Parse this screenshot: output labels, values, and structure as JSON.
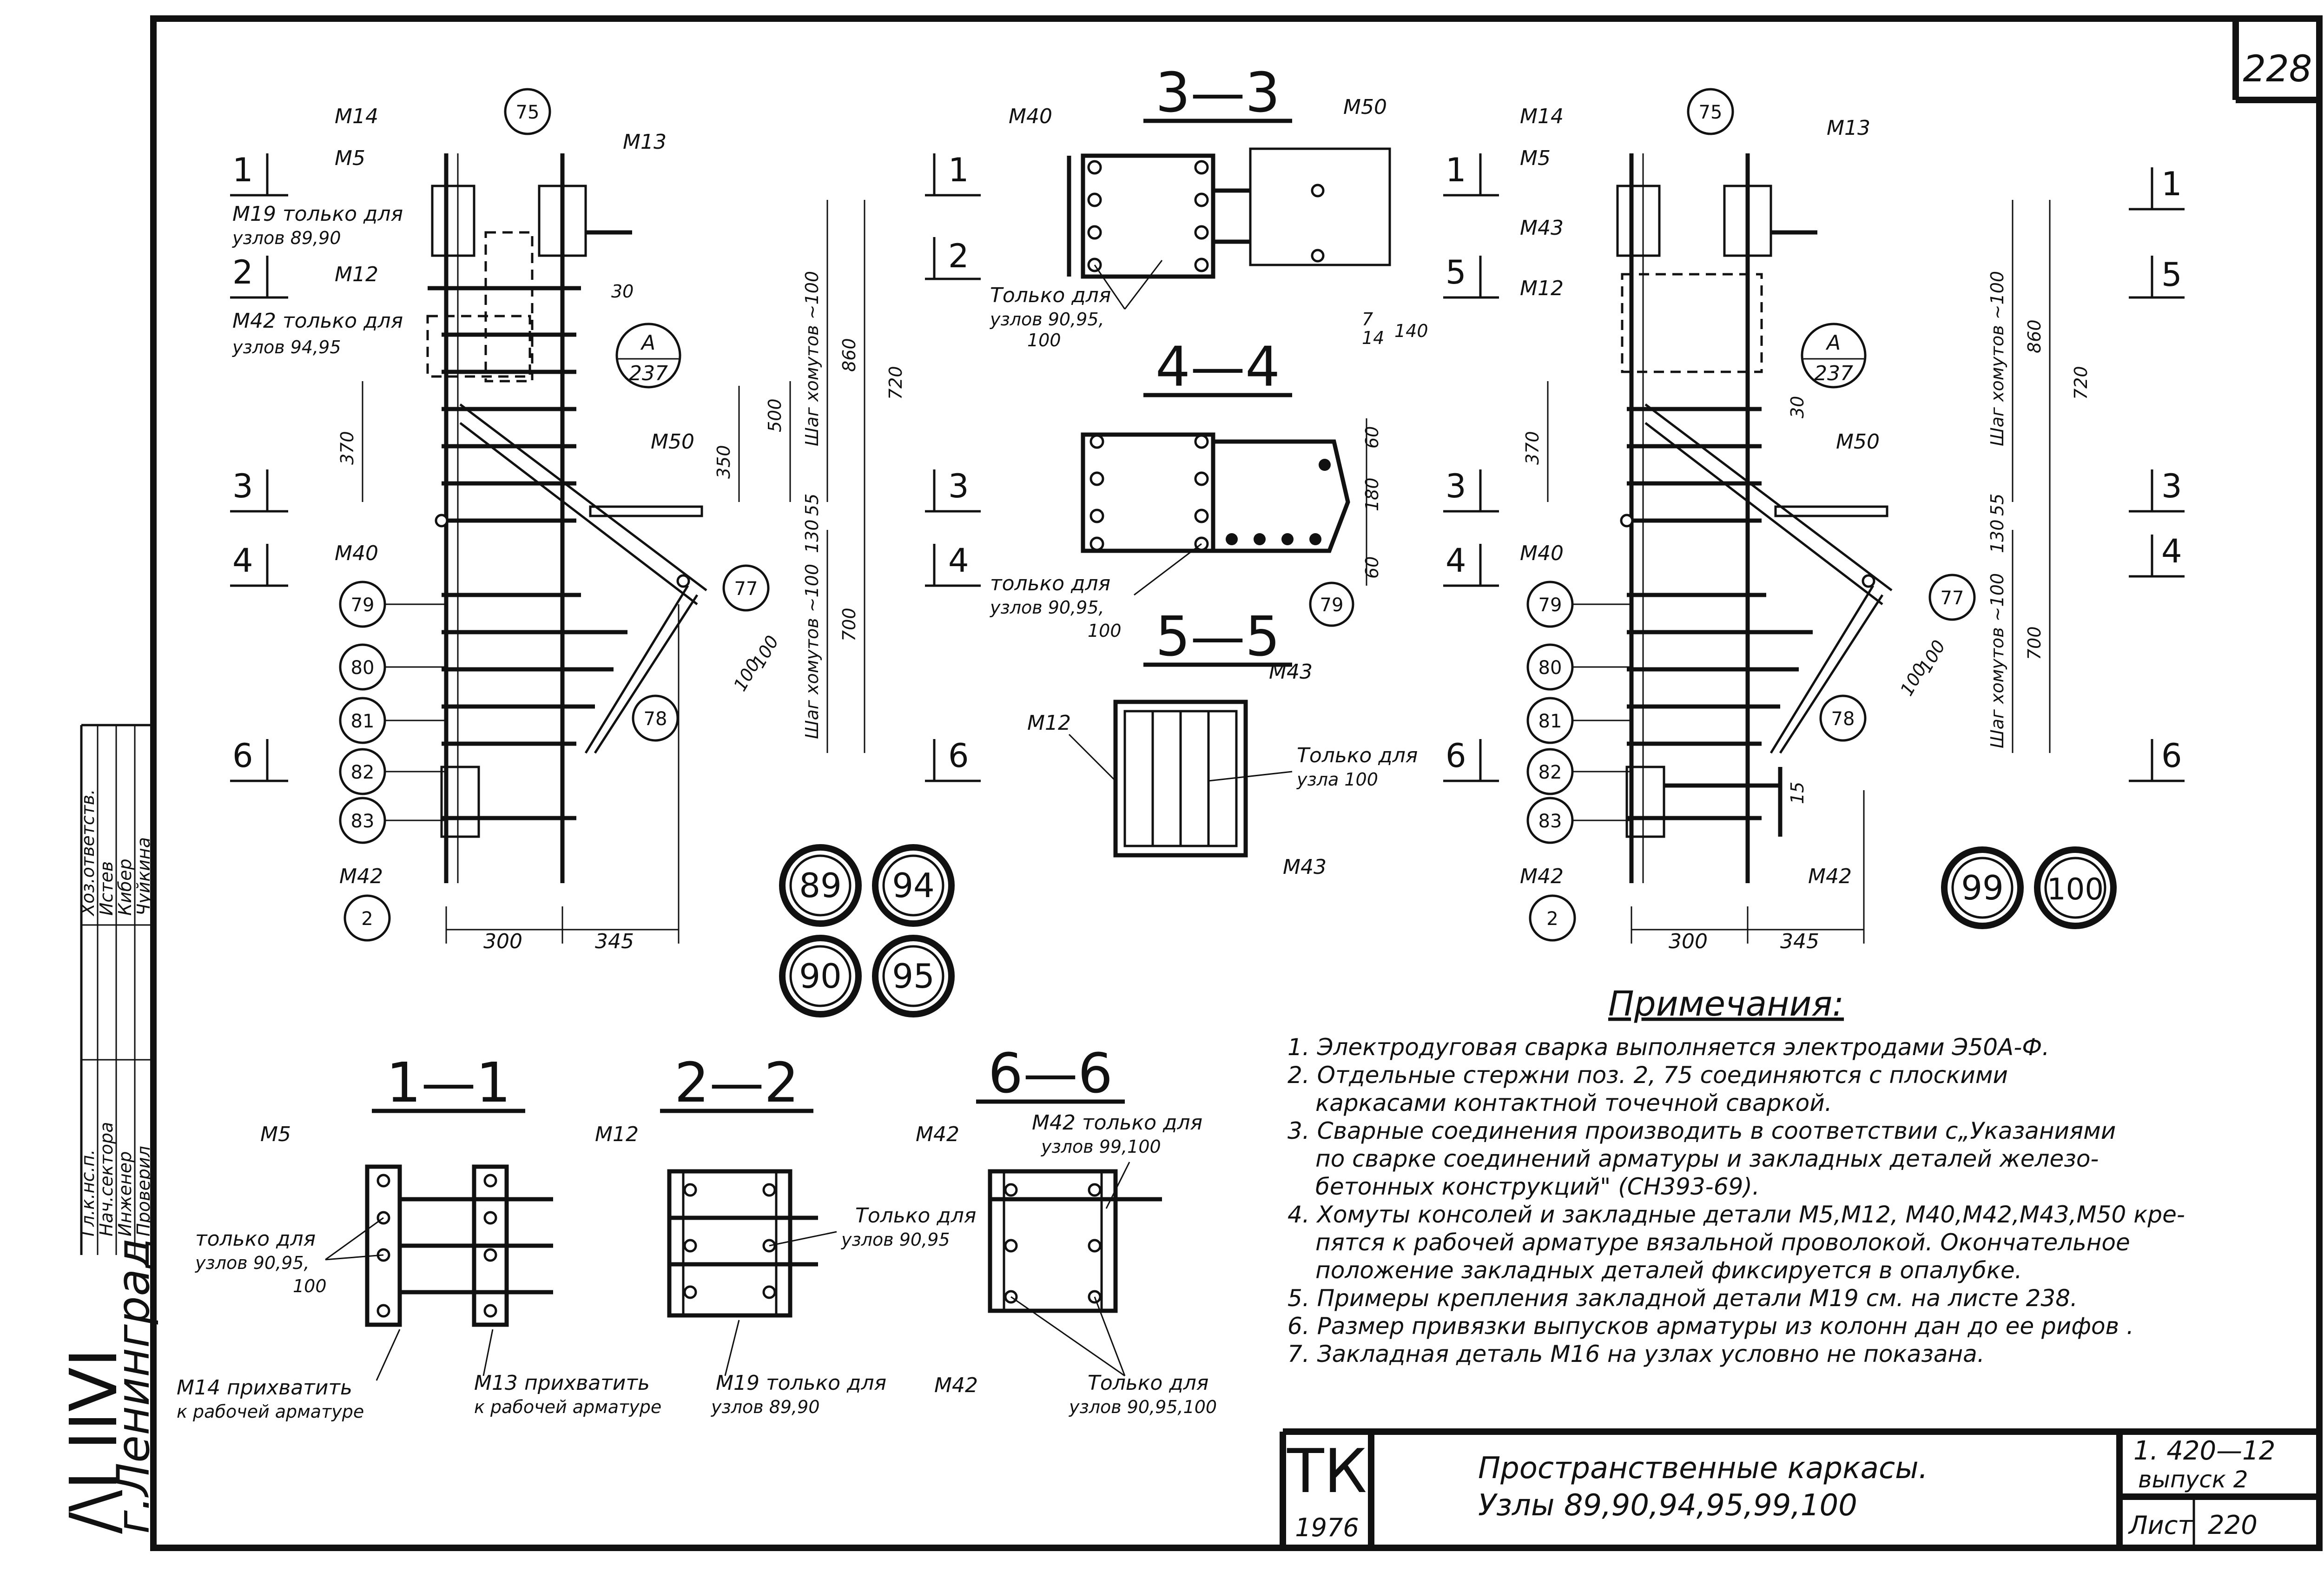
{
  "sheet": {
    "page_corner_number": "228",
    "stamp_left": "/\\I IIVI",
    "city": "г.Ленинград",
    "signatures": {
      "roles": [
        "Гл.к.нс.п.",
        "Нач.сектора",
        "Инженер",
        "Проверил"
      ],
      "names": [
        "Хоз.ответств.",
        "Истев",
        "Кибер",
        "Чуйкина"
      ]
    }
  },
  "left_node": {
    "labels": [
      "М14",
      "М5",
      "М19 только для",
      "узлов 89,90",
      "М12",
      "М42 только для",
      "узлов 94,95",
      "М40",
      "М42",
      "М13",
      "М50"
    ],
    "bubbles": [
      "75",
      "79",
      "80",
      "81",
      "82",
      "83",
      "2",
      "77",
      "78"
    ],
    "section_marks": [
      "1",
      "2",
      "3",
      "4",
      "6",
      "1",
      "2",
      "3",
      "4",
      "6"
    ],
    "ref_circle": {
      "letter": "А",
      "number": "237"
    },
    "dims": [
      "30",
      "370",
      "500",
      "350",
      "860",
      "720",
      "55",
      "130",
      "700",
      "100",
      "100",
      "300",
      "345"
    ],
    "dim_notes": [
      "Шаг хомутов ~100",
      "Шаг хомутов ~100"
    ],
    "node_numbers": [
      "89",
      "94",
      "90",
      "95"
    ]
  },
  "right_node": {
    "labels": [
      "М14",
      "М5",
      "М43",
      "М12",
      "М40",
      "М42",
      "М13",
      "М50",
      "М42"
    ],
    "bubbles": [
      "75",
      "79",
      "80",
      "81",
      "82",
      "83",
      "2",
      "77",
      "78"
    ],
    "section_marks": [
      "1",
      "5",
      "3",
      "4",
      "6",
      "1",
      "5",
      "3",
      "4",
      "6"
    ],
    "ref_circle": {
      "letter": "А",
      "number": "237"
    },
    "dims": [
      "30",
      "370",
      "860",
      "720",
      "55",
      "130",
      "700",
      "100",
      "100",
      "15",
      "300",
      "345"
    ],
    "dim_notes": [
      "Шаг хомутов ~100",
      "Шаг хомутов ~100"
    ],
    "node_numbers": [
      "99",
      "100"
    ]
  },
  "sections": {
    "s33": {
      "title": "3—3",
      "labels": [
        "М40",
        "М50",
        "Только для",
        "узлов 90,95,",
        "100"
      ],
      "dims": [
        "7",
        "14",
        "140"
      ]
    },
    "s44": {
      "title": "4—4",
      "labels": [
        "только для",
        "узлов 90,95,",
        "100"
      ],
      "dims": [
        "60",
        "180",
        "60"
      ],
      "bubble": "79"
    },
    "s55": {
      "title": "5—5",
      "labels": [
        "М12",
        "М43",
        "Только для",
        "узла 100",
        "М43"
      ]
    },
    "s11": {
      "title": "1—1",
      "labels": [
        "М5",
        "только для",
        "узлов 90,95,",
        "100",
        "М14 прихватить",
        "к рабочей арматуре",
        "М13 прихватить",
        "к рабочей арматуре"
      ]
    },
    "s22": {
      "title": "2—2",
      "labels": [
        "М12",
        "Только для",
        "узлов 90,95",
        "М19 только для",
        "узлов 89,90"
      ]
    },
    "s66": {
      "title": "6—6",
      "labels": [
        "М42",
        "М42 только для",
        "узлов 99,100",
        "М42",
        "Только для",
        "узлов 90,95,100"
      ]
    }
  },
  "notes": {
    "title": "Примечания:",
    "lines": [
      "1. Электродуговая сварка выполняется электродами Э50А-Ф.",
      "2. Отдельные стержни поз. 2, 75   соединяются с плоскими",
      "каркасами контактной точечной сваркой.",
      "3. Сварные соединения производить в соответствии с„Указаниями",
      "по сварке соединений арматуры и закладных деталей железо-",
      "бетонных конструкций\" (СН393-69).",
      "4. Хомуты консолей и закладные детали М5,М12, М40,М42,М43,М50 кре-",
      "пятся к рабочей арматуре вязальной проволокой. Окончательное",
      "положение закладных деталей фиксируется в опалубке.",
      "5. Примеры крепления закладной детали М19   см. на листе 238.",
      "6. Размер привязки выпусков арматуры из колонн  дан до ее рифов .",
      "7. Закладная деталь М16 на узлах  условно не показана."
    ]
  },
  "title_block": {
    "org": "ТК",
    "year": "1976",
    "title_line1": "Пространственные каркасы.",
    "title_line2": "Узлы 89,90,94,95,99,100",
    "series": "1. 420—12",
    "issue": "выпуск 2",
    "sheet_label": "Лист",
    "sheet_no": "220"
  }
}
